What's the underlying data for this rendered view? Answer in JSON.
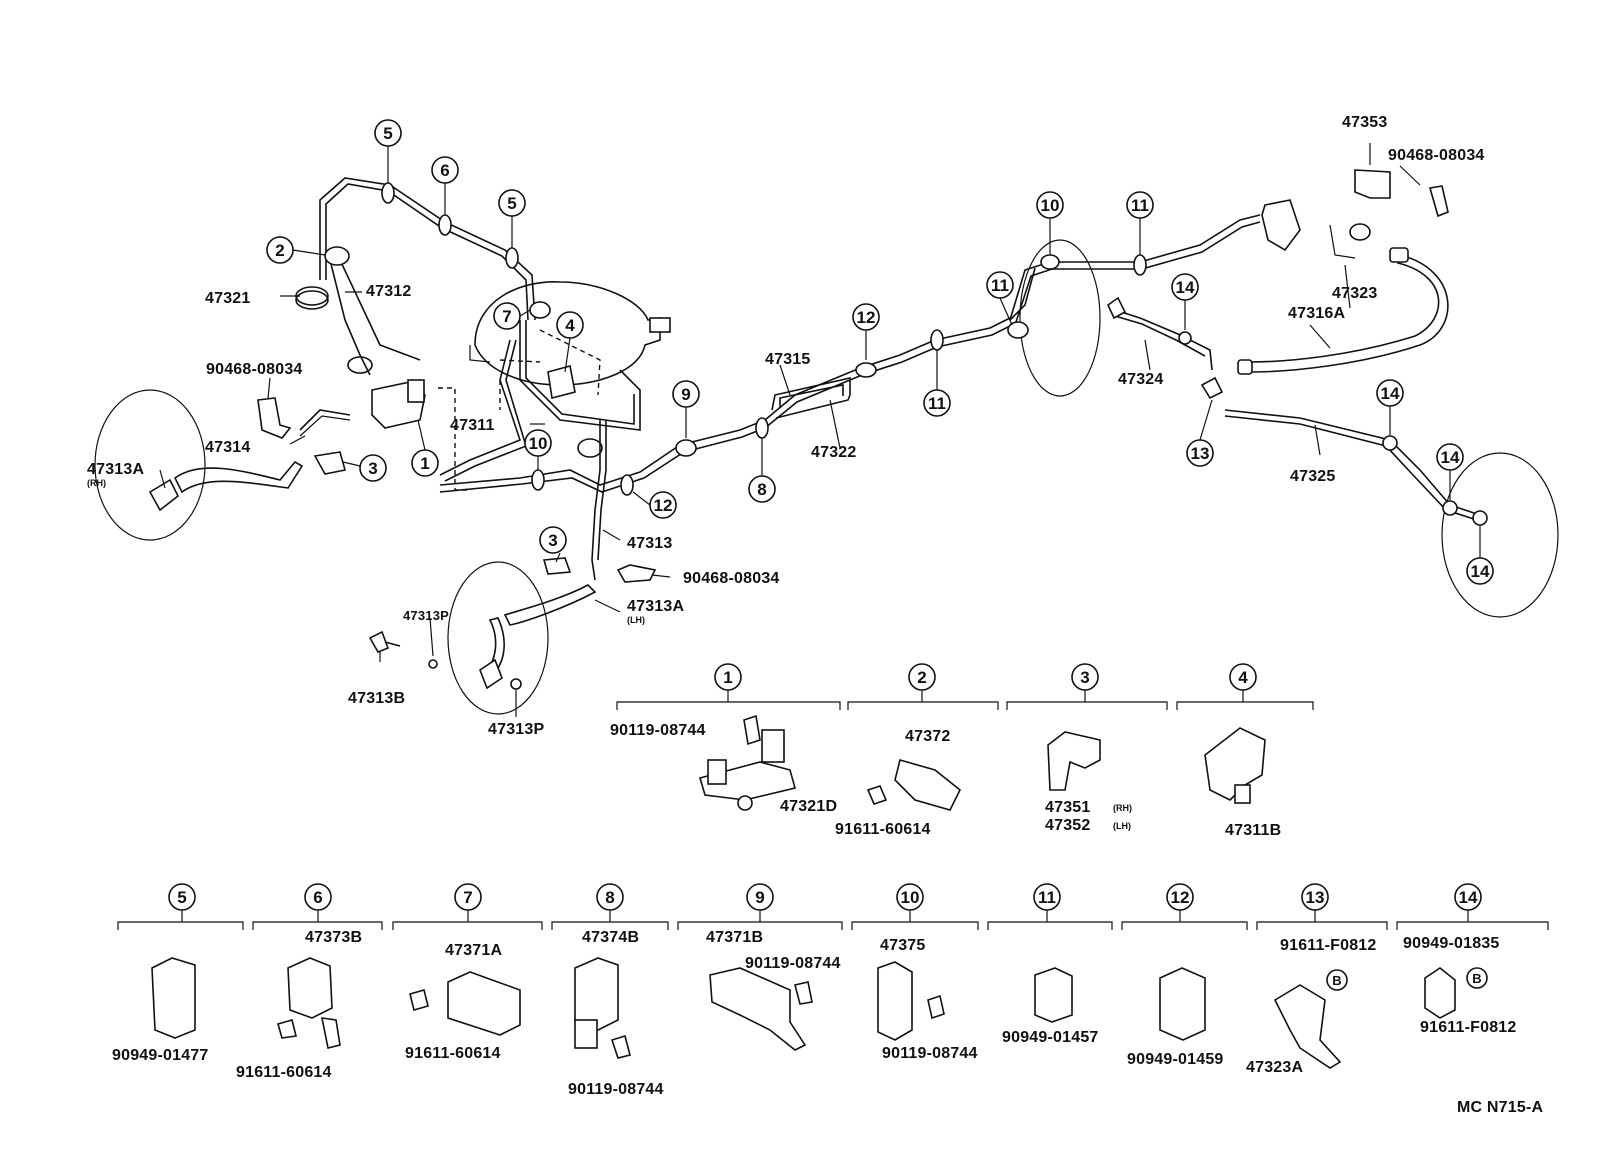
{
  "callouts": [
    "1",
    "2",
    "3",
    "4",
    "5",
    "6",
    "7",
    "8",
    "9",
    "10",
    "11",
    "12",
    "13",
    "14"
  ],
  "labels": {
    "p47353": "47353",
    "p90468_top": "90468-08034",
    "p47321": "47321",
    "p47312": "47312",
    "p90468_left": "90468-08034",
    "p47314": "47314",
    "p47313A_rh": "47313A",
    "rh_tag": "(RH)",
    "p47311": "47311",
    "p47315": "47315",
    "p47322": "47322",
    "p47324": "47324",
    "p47323": "47323",
    "p47316A": "47316A",
    "p47325": "47325",
    "p47313": "47313",
    "p90468_mid": "90468-08034",
    "p47313A_lh": "47313A",
    "lh_tag": "(LH)",
    "p47313P_top": "47313P",
    "p47313B": "47313B",
    "p47313P_bottom": "47313P",
    "d1_bolt": "90119-08744",
    "d1_part": "47321D",
    "d2_part": "47372",
    "d2_bolt": "91611-60614",
    "d3_part_rh": "47351",
    "d3_rh": "(RH)",
    "d3_part_lh": "47352",
    "d3_lh": "(LH)",
    "d4_part": "47311B",
    "d5_part": "90949-01477",
    "d6_part": "47373B",
    "d6_bolt": "91611-60614",
    "d7_part": "47371A",
    "d7_bolt": "91611-60614",
    "d8_part": "47374B",
    "d8_bolt": "90119-08744",
    "d9_part": "47371B",
    "d9_bolt": "90119-08744",
    "d10_part": "47375",
    "d10_bolt": "90119-08744",
    "d11_part": "90949-01457",
    "d12_part": "90949-01459",
    "d13_bolt": "91611-F0812",
    "d13_part": "47323A",
    "d14_part": "90949-01835",
    "d14_bolt": "91611-F0812",
    "b_marker": "B",
    "ref_code": "MC N715-A"
  }
}
